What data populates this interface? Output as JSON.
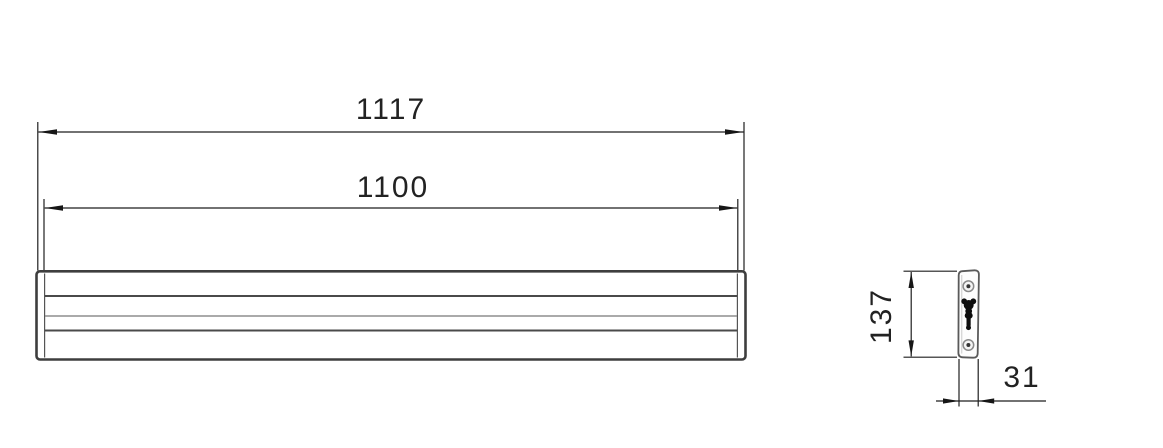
{
  "dimensions": {
    "overall_length": "1117",
    "inner_length": "1100",
    "height": "137",
    "depth": "31"
  },
  "views": {
    "front_view_features": [
      "profile-bar-outline",
      "inner-slat-lines"
    ],
    "side_view_features": [
      "screw-hole-top",
      "keyhole-bracket",
      "screw-hole-bottom"
    ]
  },
  "colors": {
    "background": "#ffffff",
    "dimension_line": "#1f1f1f",
    "part_outline": "#3e3e3e",
    "inner_line_dark": "#4a4a4a",
    "inner_line_light": "#8d8d8d",
    "label_text": "#222222"
  }
}
